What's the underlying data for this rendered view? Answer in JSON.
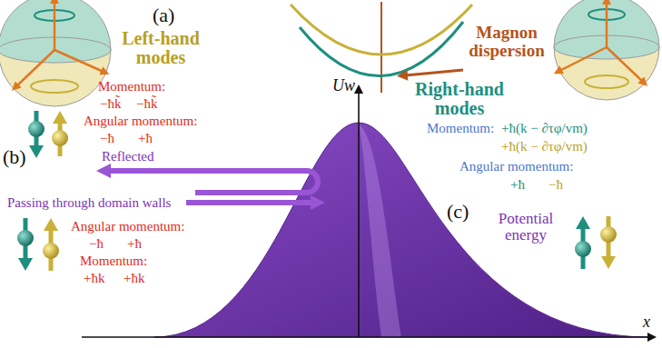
{
  "diagram": {
    "labels": [
      "(a)",
      "Left-hand modes",
      "Magnon dispersion",
      "Momentum:",
      "−ħk̃",
      "−ħk̃",
      "Angular momentum:",
      "−ħ",
      "+ħ",
      "Right-hand modes",
      "Uw",
      "Momentum:",
      "+ħ(k − ∂τφ/vm)",
      "+ħ(k − ∂τφ/vm)",
      "Angular momentum:",
      "+ħ",
      "−ħ",
      "(b)",
      "Reflected",
      "Passing through domain walls",
      "(c)",
      "Angular momentum:",
      "−ħ",
      "+ħ",
      "Momentum:",
      "+ħk",
      "+ħk",
      "Potential energy",
      "x"
    ]
  }
}
